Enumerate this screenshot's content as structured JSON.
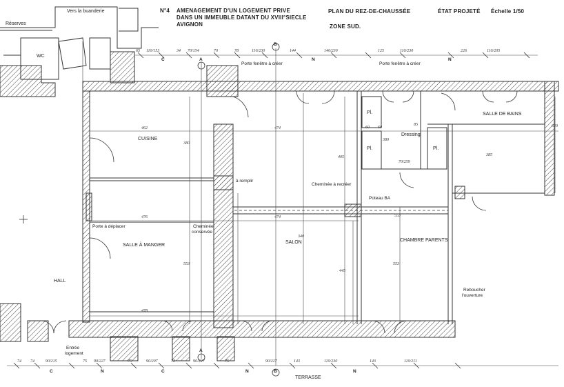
{
  "header": {
    "number": "N°4",
    "line1": "AMENAGEMENT D'UN LOGEMENT PRIVE",
    "line2": "DANS UN IMMEUBLE DATANT DU XVIII°SIECLE",
    "line3": "AVIGNON",
    "plan_title": "PLAN DU REZ-DE-CHAUSSÉE",
    "state": "ÉTAT PROJETÉ",
    "scale": "Échelle  1/50",
    "zone": "ZONE SUD."
  },
  "rooms": {
    "reserves": "Réserves",
    "buanderie": "Vers la buanderie",
    "wc": "WC",
    "cuisine": "CUISINE",
    "salle_a_manger": "SALLE À MANGER",
    "hall": "HALL",
    "salon": "SALON",
    "chambre": "CHAMBRE PARENTS",
    "salle_de_bains": "SALLE DE BAINS",
    "dressing": "Dressing",
    "pl1": "Pl.",
    "pl2": "Pl.",
    "pl3": "Pl.",
    "terrasse": "TERRASSE"
  },
  "notes": {
    "porte_fenetre_1": "Porte fenêtre à créer",
    "porte_fenetre_2": "Porte fenêtre à créer",
    "a_remplir": "à remplir",
    "cheminee_recreer": "Cheminée à recréer",
    "poteau": "Poteau BA",
    "porte_deplacer": "Porte à déplacer",
    "cheminee_conservee_1": "Cheminée",
    "cheminee_conservee_2": "conservée",
    "reboucher_1": "Reboucher",
    "reboucher_2": "l'ouverture",
    "entree_1": "Entrée",
    "entree_2": "logement"
  },
  "dimensions": {
    "top": [
      "65",
      "110/153",
      "34",
      "70/154",
      "70",
      "78",
      "110/230",
      "144",
      "140/230",
      "125",
      "110/230",
      "226",
      "110/205"
    ],
    "bottom": [
      "74",
      "74",
      "90/215",
      "75",
      "90/227",
      "75",
      "90/207",
      "73",
      "90/227",
      "75",
      "90/227",
      "143",
      "110/230",
      "143",
      "110/211"
    ],
    "interior": [
      "462",
      "474",
      "476",
      "474",
      "478",
      "405",
      "385",
      "340",
      "553",
      "553",
      "445",
      "553",
      "620",
      "380",
      "70/259",
      "380",
      "85",
      "60",
      "60"
    ]
  },
  "axes": [
    "A",
    "B",
    "C",
    "N"
  ]
}
